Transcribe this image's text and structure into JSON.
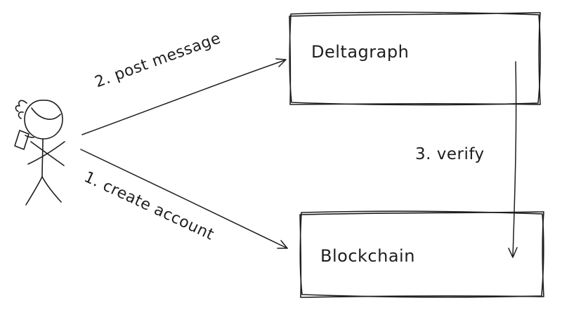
{
  "diagram": {
    "title": "",
    "actor": {
      "name": "user-stick-figure"
    },
    "nodes": [
      {
        "id": "deltagraph",
        "label": "Deltagraph"
      },
      {
        "id": "blockchain",
        "label": "Blockchain"
      }
    ],
    "edges": [
      {
        "id": "create-account",
        "label": "1. create account",
        "from": "user",
        "to": "blockchain"
      },
      {
        "id": "post-message",
        "label": "2. post message",
        "from": "user",
        "to": "deltagraph"
      },
      {
        "id": "verify",
        "label": "3. verify",
        "from": "deltagraph",
        "to": "blockchain"
      }
    ],
    "colors": {
      "ink": "#1e1e1e",
      "background": "#ffffff"
    }
  }
}
